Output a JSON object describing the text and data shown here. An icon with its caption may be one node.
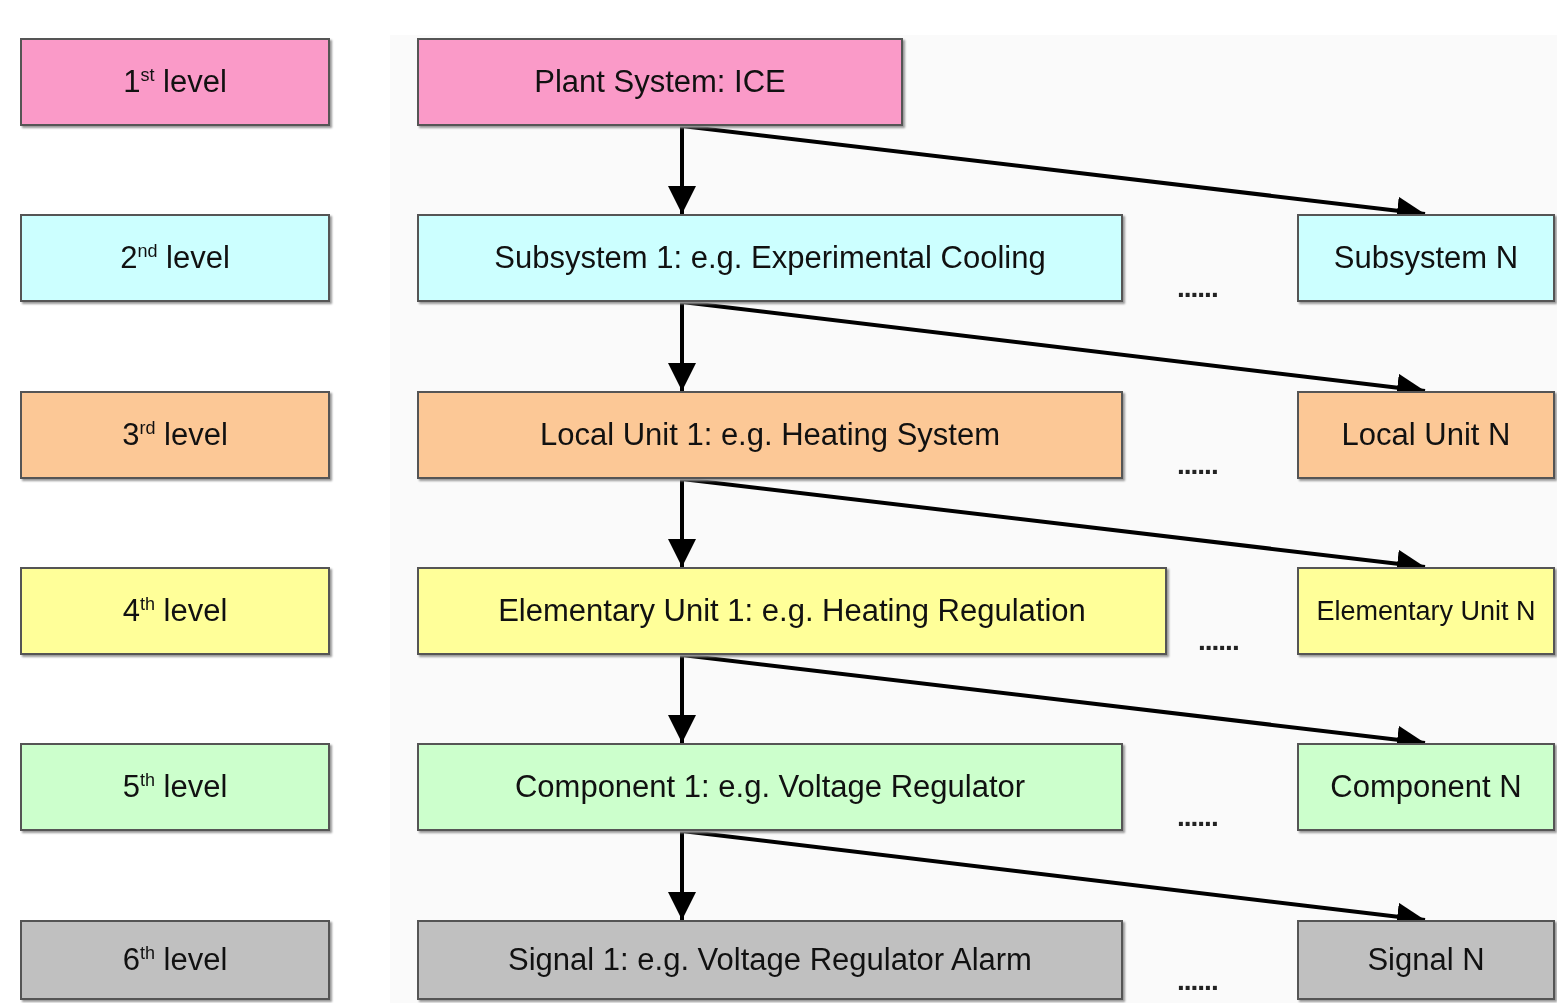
{
  "diagram": {
    "nodes": [
      {
        "text": [
          "1$^{st}$ level"
        ]
      },
      {
        "text": [
          "2$^{nd}$ level"
        ]
      },
      {
        "text": [
          "3$^{rd}$ level"
        ]
      },
      {
        "text": [
          "4$^{th}$ level"
        ]
      },
      {
        "text": [
          "5$^{th}$ level"
        ]
      },
      {
        "text": [
          "6$^{th}$ level"
        ]
      },
      {
        "text": [
          "Plant System: ICE"
        ]
      },
      {
        "text": [
          "Subsystem 1: e.g. Experimental Cooling"
        ]
      },
      {
        "text": [
          "Local Unit 1: e.g. Heating System"
        ]
      },
      {
        "text": [
          "Elementary Unit 1: e.g. Heating Regulation"
        ]
      },
      {
        "text": [
          "Component 1: e.g. Voltage Regulator"
        ]
      },
      {
        "text": [
          "Signal 1: e.g. Voltage Regulator Alarm"
        ]
      },
      {
        "text": [
          "Subsystem N"
        ]
      },
      {
        "text": [
          "Local Unit N"
        ]
      },
      {
        "text": [
          "Elementary Unit N"
        ]
      },
      {
        "text": [
          "Component N"
        ]
      },
      {
        "text": [
          "Signal N"
        ]
      }
    ],
    "edges": [
      {
        "from": 6,
        "to": 7,
        "arrow": "to"
      },
      {
        "from": 6,
        "to": 12,
        "arrow": "to"
      },
      {
        "from": 7,
        "to": 8,
        "arrow": "to"
      },
      {
        "from": 7,
        "to": 13,
        "arrow": "to"
      },
      {
        "from": 8,
        "to": 9,
        "arrow": "to"
      },
      {
        "from": 8,
        "to": 14,
        "arrow": "to"
      },
      {
        "from": 9,
        "to": 10,
        "arrow": "to"
      },
      {
        "from": 9,
        "to": 15,
        "arrow": "to"
      },
      {
        "from": 10,
        "to": 11,
        "arrow": "to"
      },
      {
        "from": 10,
        "to": 16,
        "arrow": "to"
      }
    ],
    "labels": [
      "......",
      "......",
      "......",
      "......",
      "......"
    ]
  }
}
